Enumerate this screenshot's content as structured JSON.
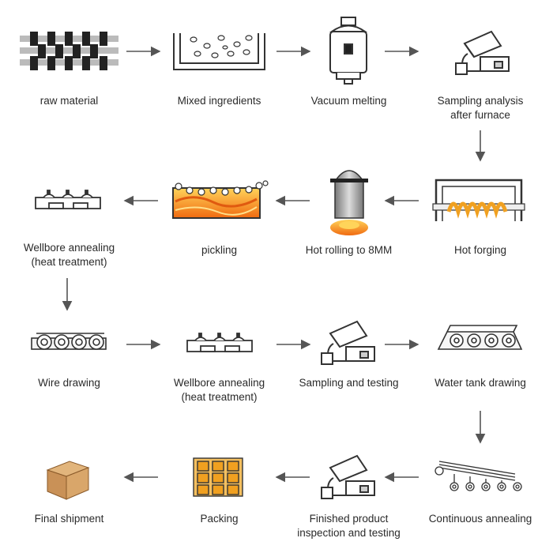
{
  "steps": [
    {
      "id": "raw-material",
      "lines": [
        "raw material"
      ]
    },
    {
      "id": "mixed-ingredients",
      "lines": [
        "Mixed ingredients"
      ]
    },
    {
      "id": "vacuum-melting",
      "lines": [
        "Vacuum melting"
      ]
    },
    {
      "id": "sampling-analysis",
      "lines": [
        "Sampling analysis",
        "after furnace"
      ]
    },
    {
      "id": "hot-forging",
      "lines": [
        "Hot forging"
      ]
    },
    {
      "id": "hot-rolling",
      "lines": [
        "Hot rolling to 8MM"
      ]
    },
    {
      "id": "pickling",
      "lines": [
        "pickling"
      ]
    },
    {
      "id": "wellbore-annealing-1",
      "lines": [
        "Wellbore annealing",
        "(heat treatment)"
      ]
    },
    {
      "id": "wire-drawing",
      "lines": [
        "Wire drawing"
      ]
    },
    {
      "id": "wellbore-annealing-2",
      "lines": [
        "Wellbore annealing",
        "(heat treatment)"
      ]
    },
    {
      "id": "sampling-testing",
      "lines": [
        "Sampling and testing"
      ]
    },
    {
      "id": "water-tank-drawing",
      "lines": [
        "Water tank drawing"
      ]
    },
    {
      "id": "continuous-annealing",
      "lines": [
        "Continuous annealing"
      ]
    },
    {
      "id": "finished-inspection",
      "lines": [
        "Finished product",
        "inspection and testing"
      ]
    },
    {
      "id": "packing",
      "lines": [
        "Packing"
      ]
    },
    {
      "id": "final-shipment",
      "lines": [
        "Final shipment"
      ]
    }
  ],
  "colors": {
    "line": "#333333",
    "arrow": "#555555",
    "flame": "#f07a14",
    "flame_light": "#ffc24a",
    "box": "#d9a66a",
    "box_dark": "#b8834a"
  }
}
